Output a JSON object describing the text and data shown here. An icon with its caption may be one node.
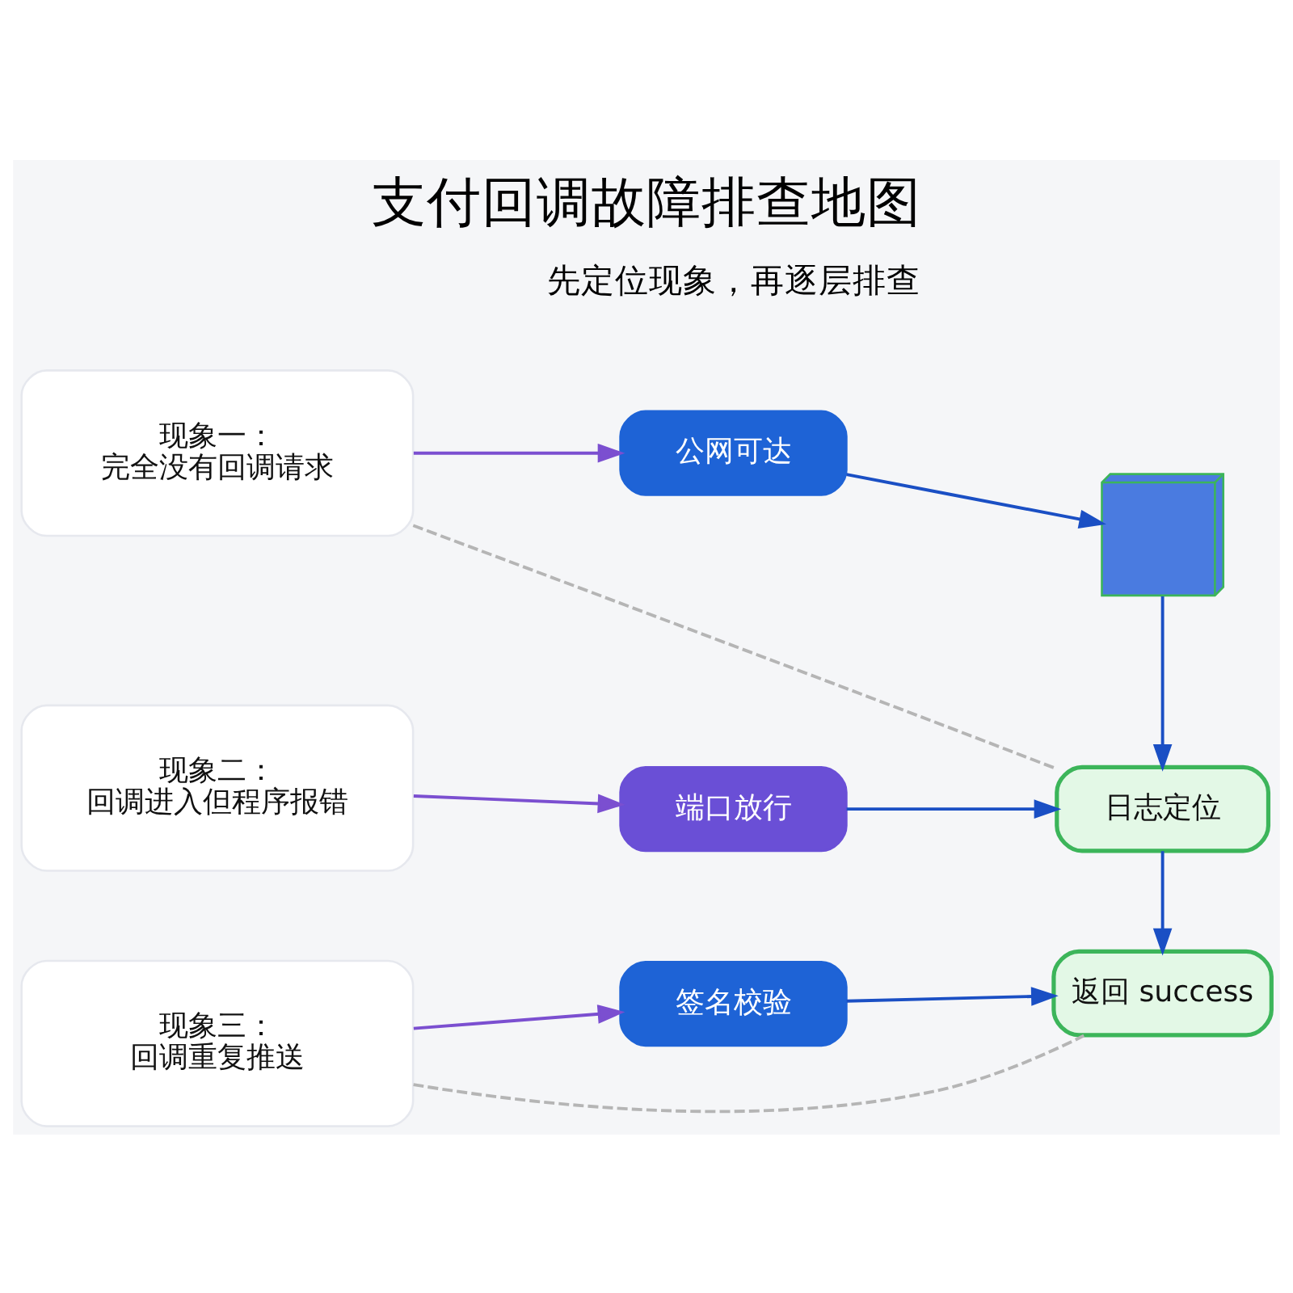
{
  "diagram": {
    "title": "支付回调故障排查地图",
    "nodes": [
      {
        "text": [
          "现象一：",
          "完全没有回调请求"
        ]
      },
      {
        "text": [
          "公网可达"
        ]
      },
      {
        "text": [],
        "shape": "cube"
      },
      {
        "text": [
          "现象二：",
          "回调进入但程序报错"
        ]
      },
      {
        "text": [
          "端口放行"
        ]
      },
      {
        "text": [
          "日志定位"
        ]
      },
      {
        "text": [
          "现象三：",
          "回调重复推送"
        ]
      },
      {
        "text": [
          "签名校验"
        ]
      },
      {
        "text": [
          "返回 success"
        ]
      }
    ],
    "edges": [
      {
        "from": 0,
        "to": 1,
        "arrow": "to",
        "color": "#7b4fd0"
      },
      {
        "from": 1,
        "to": 2,
        "arrow": "to"
      },
      {
        "from": 2,
        "to": 5,
        "arrow": "to"
      },
      {
        "from": 3,
        "to": 4,
        "arrow": "to",
        "color": "#7b4fd0"
      },
      {
        "from": 4,
        "to": 5,
        "arrow": "to"
      },
      {
        "from": 5,
        "to": 8,
        "arrow": "to"
      },
      {
        "from": 6,
        "to": 7,
        "arrow": "to",
        "color": "#7b4fd0"
      },
      {
        "from": 7,
        "to": 8,
        "arrow": "to"
      },
      {
        "from": 0,
        "to": 5,
        "arrow": "none",
        "style": "dashed",
        "color": "#b5b5b5"
      },
      {
        "from": 6,
        "to": 8,
        "arrow": "none",
        "style": "dashed",
        "color": "#b5b5b5"
      }
    ],
    "labels": [
      "先定位现象，再逐层排查"
    ]
  }
}
